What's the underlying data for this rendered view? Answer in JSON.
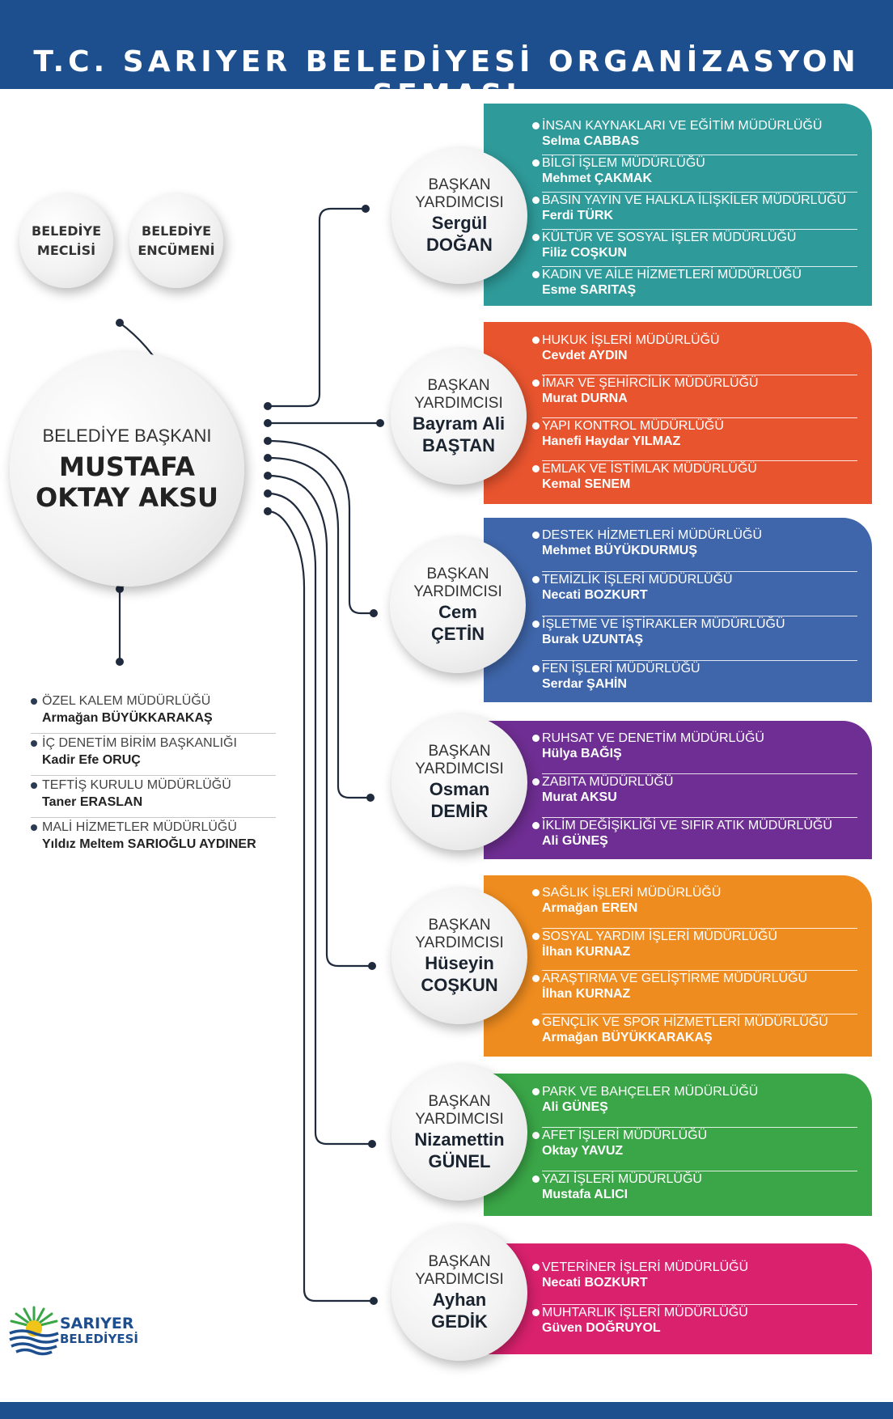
{
  "title": "T.C. SARIYER BELEDİYESİ ORGANİZASYON ŞEMASI",
  "council": [
    "BELEDİYE",
    "MECLİSİ"
  ],
  "committee": [
    "BELEDİYE",
    "ENCÜMENİ"
  ],
  "mayor": {
    "role": "BELEDİYE BAŞKANI",
    "name_line1": "MUSTAFA",
    "name_line2": "OKTAY AKSU"
  },
  "deputies": [
    {
      "role_line1": "BAŞKAN",
      "role_line2": "YARDIMCISI",
      "name_line1": "Sergül",
      "name_line2": "DOĞAN",
      "color": "#2e9a99",
      "units": [
        {
          "dept": "İNSAN KAYNAKLARI VE EĞİTİM MÜDÜRLÜĞÜ",
          "head": "Selma CABBAS"
        },
        {
          "dept": "BİLGİ İŞLEM MÜDÜRLÜĞÜ",
          "head": "Mehmet ÇAKMAK"
        },
        {
          "dept": "BASIN YAYIN VE HALKLA İLİŞKİLER MÜDÜRLÜĞÜ",
          "head": "Ferdi TÜRK"
        },
        {
          "dept": "KÜLTÜR VE SOSYAL İŞLER MÜDÜRLÜĞÜ",
          "head": "Filiz COŞKUN"
        },
        {
          "dept": "KADIN VE AİLE HİZMETLERİ MÜDÜRLÜĞÜ",
          "head": "Esme SARITAŞ"
        }
      ]
    },
    {
      "role_line1": "BAŞKAN",
      "role_line2": "YARDIMCISI",
      "name_line1": "Bayram Ali",
      "name_line2": "BAŞTAN",
      "color": "#e8542e",
      "units": [
        {
          "dept": "HUKUK İŞLERİ MÜDÜRLÜĞÜ",
          "head": "Cevdet AYDIN"
        },
        {
          "dept": "İMAR VE ŞEHİRCİLİK MÜDÜRLÜĞÜ",
          "head": "Murat DURNA"
        },
        {
          "dept": "YAPI KONTROL MÜDÜRLÜĞÜ",
          "head": "Hanefi Haydar YILMAZ"
        },
        {
          "dept": "EMLAK VE İSTİMLAK MÜDÜRLÜĞÜ",
          "head": "Kemal SENEM"
        }
      ]
    },
    {
      "role_line1": "BAŞKAN",
      "role_line2": "YARDIMCISI",
      "name_line1": "Cem",
      "name_line2": "ÇETİN",
      "color": "#3f66aa",
      "units": [
        {
          "dept": "DESTEK HİZMETLERİ MÜDÜRLÜĞÜ",
          "head": "Mehmet BÜYÜKDURMUŞ"
        },
        {
          "dept": "TEMİZLİK İŞLERİ MÜDÜRLÜĞÜ",
          "head": "Necati BOZKURT"
        },
        {
          "dept": "İŞLETME VE İŞTİRAKLER MÜDÜRLÜĞÜ",
          "head": "Burak UZUNTAŞ"
        },
        {
          "dept": "FEN İŞLERİ MÜDÜRLÜĞÜ",
          "head": "Serdar ŞAHİN"
        }
      ]
    },
    {
      "role_line1": "BAŞKAN",
      "role_line2": "YARDIMCISI",
      "name_line1": "Osman",
      "name_line2": "DEMİR",
      "color": "#6f2e93",
      "units": [
        {
          "dept": "RUHSAT VE DENETİM MÜDÜRLÜĞÜ",
          "head": "Hülya BAĞIŞ"
        },
        {
          "dept": "ZABITA MÜDÜRLÜĞÜ",
          "head": "Murat AKSU"
        },
        {
          "dept": "İKLİM DEĞİŞİKLİĞİ VE SIFIR ATIK MÜDÜRLÜĞÜ",
          "head": "Ali GÜNEŞ"
        }
      ]
    },
    {
      "role_line1": "BAŞKAN",
      "role_line2": "YARDIMCISI",
      "name_line1": "Hüseyin",
      "name_line2": "COŞKUN",
      "color": "#ef8c1f",
      "units": [
        {
          "dept": "SAĞLIK İŞLERİ MÜDÜRLÜĞÜ",
          "head": "Armağan EREN"
        },
        {
          "dept": "SOSYAL YARDIM İŞLERİ MÜDÜRLÜĞÜ",
          "head": "İlhan KURNAZ"
        },
        {
          "dept": "ARAŞTIRMA VE GELİŞTİRME MÜDÜRLÜĞÜ",
          "head": "İlhan KURNAZ"
        },
        {
          "dept": "GENÇLİK VE SPOR HİZMETLERİ MÜDÜRLÜĞÜ",
          "head": "Armağan BÜYÜKKARAKAŞ"
        }
      ]
    },
    {
      "role_line1": "BAŞKAN",
      "role_line2": "YARDIMCISI",
      "name_line1": "Nizamettin",
      "name_line2": "GÜNEL",
      "color": "#3aa647",
      "units": [
        {
          "dept": "PARK VE BAHÇELER MÜDÜRLÜĞÜ",
          "head": "Ali GÜNEŞ"
        },
        {
          "dept": "AFET İŞLERİ MÜDÜRLÜĞÜ",
          "head": "Oktay YAVUZ"
        },
        {
          "dept": "YAZI İŞLERİ MÜDÜRLÜĞÜ",
          "head": "Mustafa ALICI"
        }
      ]
    },
    {
      "role_line1": "BAŞKAN",
      "role_line2": "YARDIMCISI",
      "name_line1": "Ayhan",
      "name_line2": "GEDİK",
      "color": "#d9216d",
      "units": [
        {
          "dept": "VETERİNER İŞLERİ MÜDÜRLÜĞÜ",
          "head": "Necati BOZKURT"
        },
        {
          "dept": "MUHTARLIK İŞLERİ MÜDÜRLÜĞÜ",
          "head": "Güven DOĞRUYOL"
        }
      ]
    }
  ],
  "direct_units": [
    {
      "dept": "ÖZEL KALEM MÜDÜRLÜĞÜ",
      "head": "Armağan BÜYÜKKARAKAŞ"
    },
    {
      "dept": "İÇ DENETİM BİRİM BAŞKANLIĞI",
      "head": "Kadir Efe ORUÇ"
    },
    {
      "dept": "TEFTİŞ KURULU MÜDÜRLÜĞÜ",
      "head": "Taner ERASLAN"
    },
    {
      "dept": "MALİ HİZMETLER MÜDÜRLÜĞÜ",
      "head": "Yıldız Meltem SARIOĞLU AYDINER"
    }
  ],
  "logo": {
    "line1": "SARIYER",
    "line2": "BELEDİYESİ"
  },
  "colors": {
    "header": "#1d4e8e",
    "line": "#1f2a3c"
  }
}
